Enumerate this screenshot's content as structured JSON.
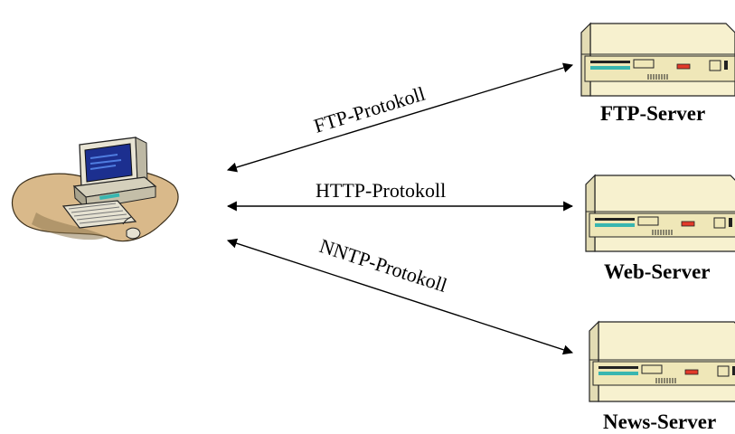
{
  "client": {
    "icon": "desktop-computer-icon"
  },
  "connections": [
    {
      "protocol": "FTP-Protokoll"
    },
    {
      "protocol": "HTTP-Protokoll"
    },
    {
      "protocol": "NNTP-Protokoll"
    }
  ],
  "servers": [
    {
      "label": "FTP-Server",
      "icon": "server-tower-icon"
    },
    {
      "label": "Web-Server",
      "icon": "server-tower-icon"
    },
    {
      "label": "News-Server",
      "icon": "server-tower-icon"
    }
  ],
  "colors": {
    "server_body": "#f7f1cf",
    "server_front": "#efe7b8",
    "accent_teal": "#39b6b0",
    "led_red": "#e23a2a",
    "desk": "#d9b98a",
    "desk_shadow": "#8f7a52",
    "screen": "#1c2f8f"
  }
}
